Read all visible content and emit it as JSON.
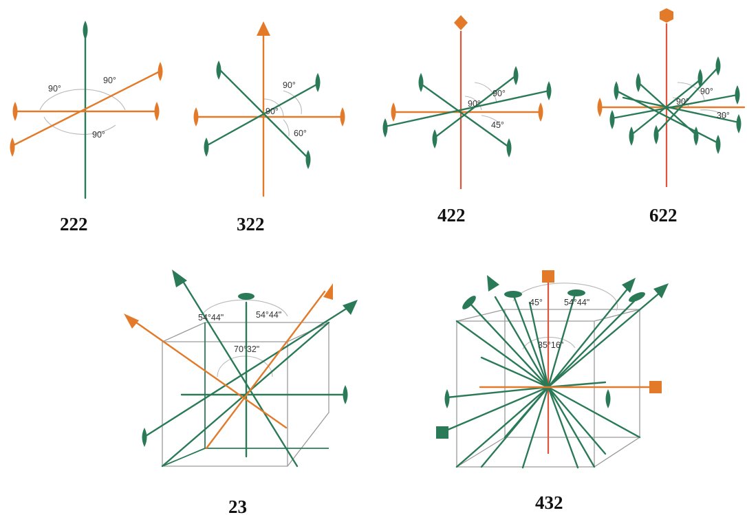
{
  "diagrams": [
    {
      "label": "222",
      "angles": [
        "90°",
        "90°",
        "90°"
      ]
    },
    {
      "label": "322",
      "angles": [
        "90°",
        "90°",
        "60°"
      ]
    },
    {
      "label": "422",
      "angles": [
        "90°",
        "90°",
        "45°"
      ]
    },
    {
      "label": "622",
      "angles": [
        "90°",
        "90°",
        "30°"
      ]
    },
    {
      "label": "23",
      "angles": [
        "54°44\"",
        "54°44\"",
        "70°32\""
      ]
    },
    {
      "label": "432",
      "angles": [
        "45°",
        "54°44\"",
        "35°16\""
      ]
    }
  ],
  "colors": {
    "green": "#2a7a57",
    "orange": "#e27a2a",
    "red": "#e0553a"
  }
}
